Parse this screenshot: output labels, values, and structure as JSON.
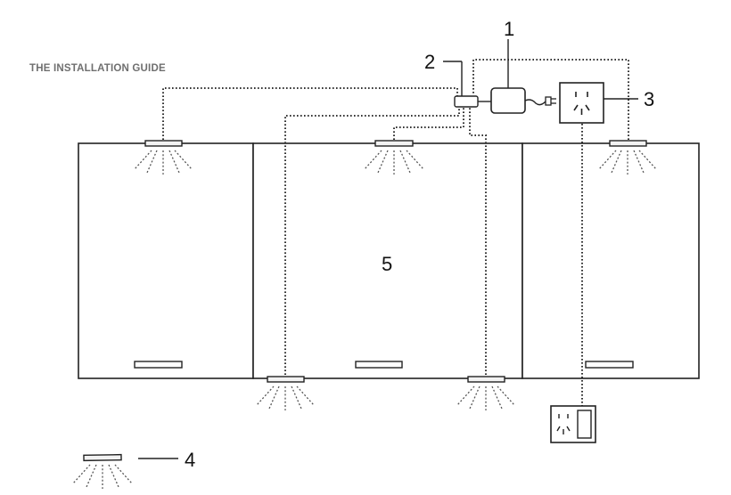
{
  "title": "THE INSTALLATION GUIDE",
  "callouts": {
    "adapter": "1",
    "switch": "2",
    "socket": "3",
    "lamp": "4",
    "cabinet": "5"
  },
  "icons": [
    "power-adapter-icon",
    "plug-icon",
    "wall-socket-icon",
    "wall-switch-socket-icon",
    "led-puck-light-icon"
  ]
}
